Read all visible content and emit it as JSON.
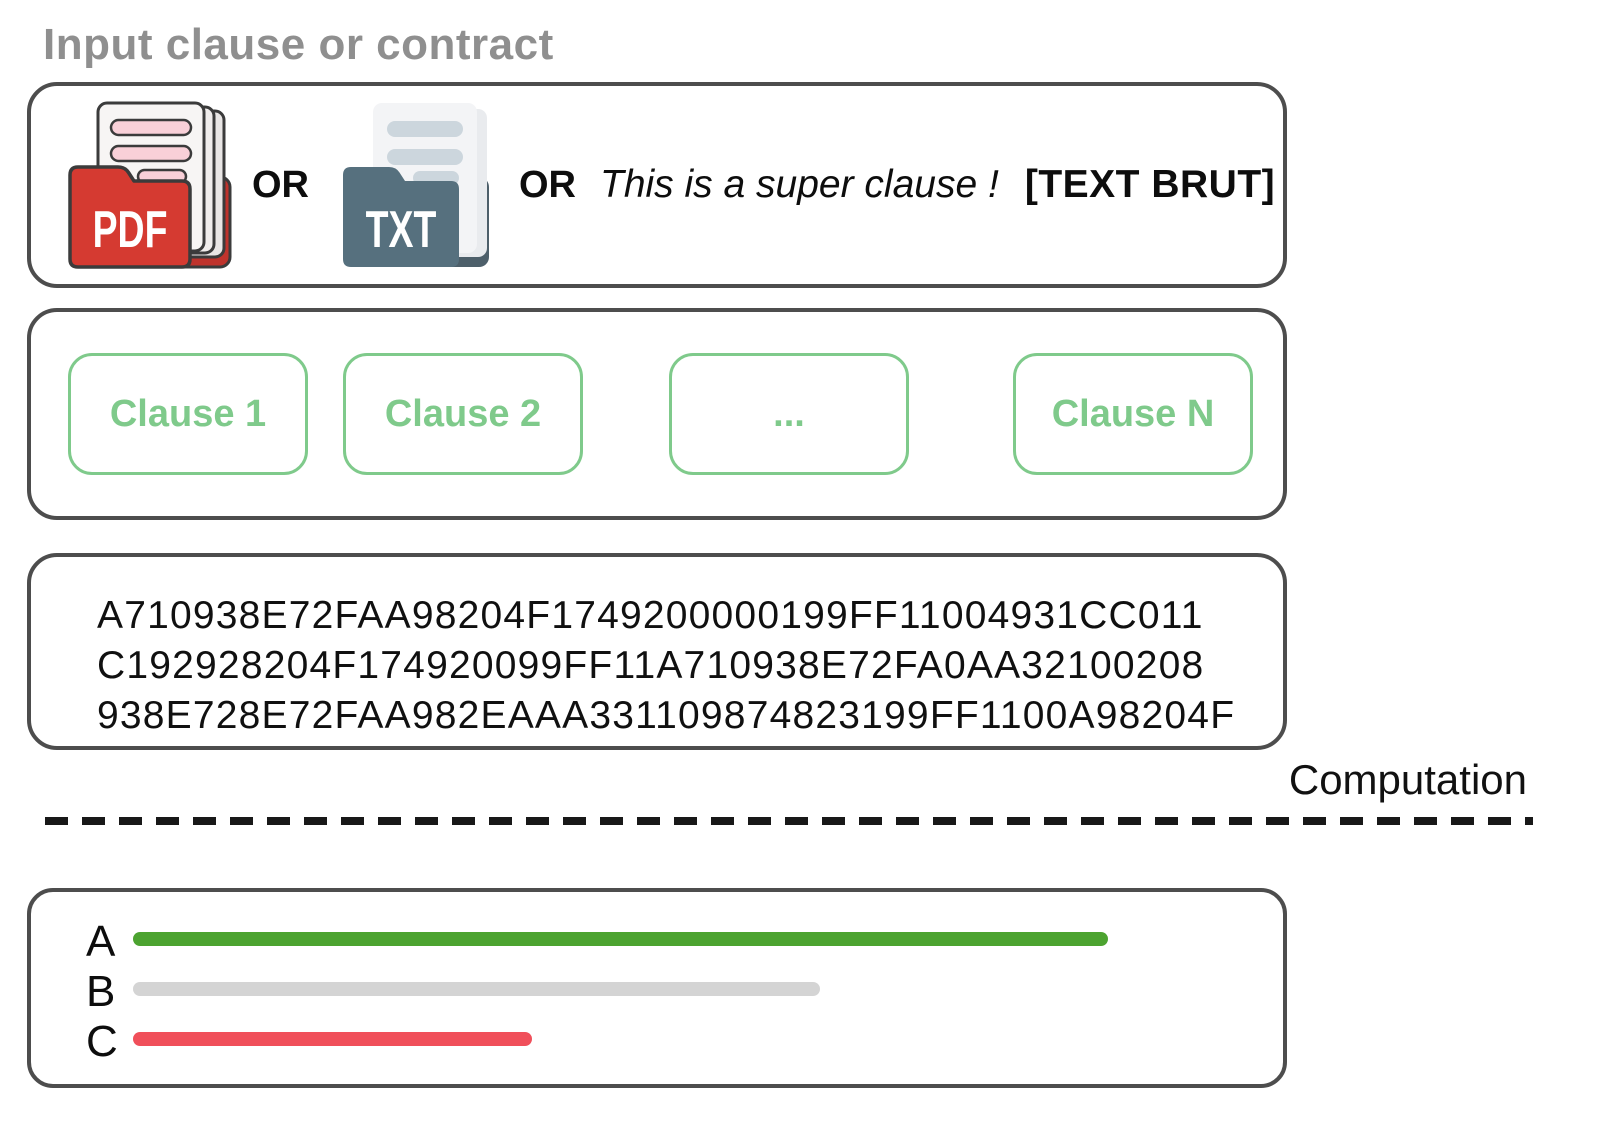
{
  "header": {
    "label": "Input clause or contract",
    "color": "#8f8f8f"
  },
  "input_box": {
    "pdf_icon": {
      "label": "PDF",
      "folder_color": "#d53a31",
      "back_color": "#bf332c",
      "page_color": "#f7f5f4",
      "stripe_color": "#f9d0d8",
      "outline_color": "#3b3b3b"
    },
    "or_first": "OR",
    "txt_icon": {
      "label": "TXT",
      "folder_color": "#56707e",
      "back_color": "#4d5f6a",
      "page_color": "#f3f4f6",
      "stripe_color": "#ccd6dd"
    },
    "or_second": "OR",
    "raw_text": "This is a super clause !",
    "format_tag": "[TEXT BRUT]"
  },
  "clauses_box": {
    "accent": "#7fca8b",
    "items": [
      {
        "label": "Clause 1"
      },
      {
        "label": "Clause 2"
      },
      {
        "label": "..."
      },
      {
        "label": "Clause N"
      }
    ]
  },
  "hash_box": {
    "lines": [
      "A710938E72FAA98204F1749200000199FF11004931CC011",
      "C192928204F174920099FF11A710938E72FA0AA32100208",
      "938E728E72FAA982EAAA331109874823199FF1100A98204F"
    ]
  },
  "computation": {
    "label": "Computation"
  },
  "bars_box": {
    "bars": [
      {
        "label": "A",
        "color": "#4ca330",
        "width_pct": 88
      },
      {
        "label": "B",
        "color": "#d4d4d4",
        "width_pct": 62
      },
      {
        "label": "C",
        "color": "#f04f5a",
        "width_pct": 36
      }
    ]
  },
  "chart_data": {
    "type": "bar",
    "orientation": "horizontal",
    "categories": [
      "A",
      "B",
      "C"
    ],
    "values": [
      88,
      62,
      36
    ],
    "unit": "estimated % of bar track (no numeric labels shown)",
    "colors": [
      "#4ca330",
      "#d4d4d4",
      "#f04f5a"
    ],
    "title": "",
    "xlabel": "",
    "ylabel": "",
    "legend": false,
    "grid": false
  }
}
